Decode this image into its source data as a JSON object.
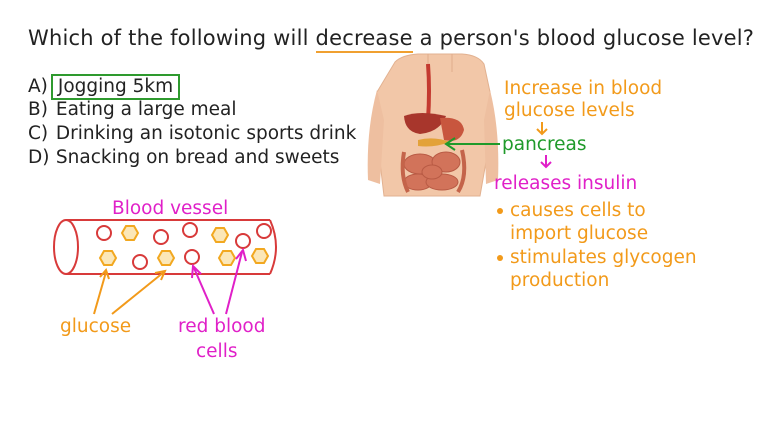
{
  "question": {
    "prefix": "Which of the following will",
    "keyword": "decrease",
    "suffix": "a person's blood glucose level?"
  },
  "options": [
    {
      "letter": "A)",
      "text": "Jogging 5km",
      "boxed": true
    },
    {
      "letter": "B)",
      "text": "Eating a large meal",
      "boxed": false
    },
    {
      "letter": "C)",
      "text": "Drinking an isotonic sports drink",
      "boxed": false
    },
    {
      "letter": "D)",
      "text": "Snacking on bread and sweets",
      "boxed": false
    }
  ],
  "diagram": {
    "vessel_label": "Blood vessel",
    "glucose_label": "glucose",
    "rbc_label_line1": "red blood",
    "rbc_label_line2": "cells"
  },
  "flow": {
    "increase_line1": "Increase in blood",
    "increase_line2": "glucose levels",
    "pancreas": "pancreas",
    "releases": "releases insulin",
    "bullets": [
      {
        "line1": "causes cells to",
        "line2": "import glucose"
      },
      {
        "line1": "stimulates glycogen",
        "line2": "production"
      }
    ]
  },
  "colors": {
    "orange": "#f29a1a",
    "green": "#1f9a2a",
    "magenta": "#e020c8",
    "red": "#d83a3a"
  }
}
